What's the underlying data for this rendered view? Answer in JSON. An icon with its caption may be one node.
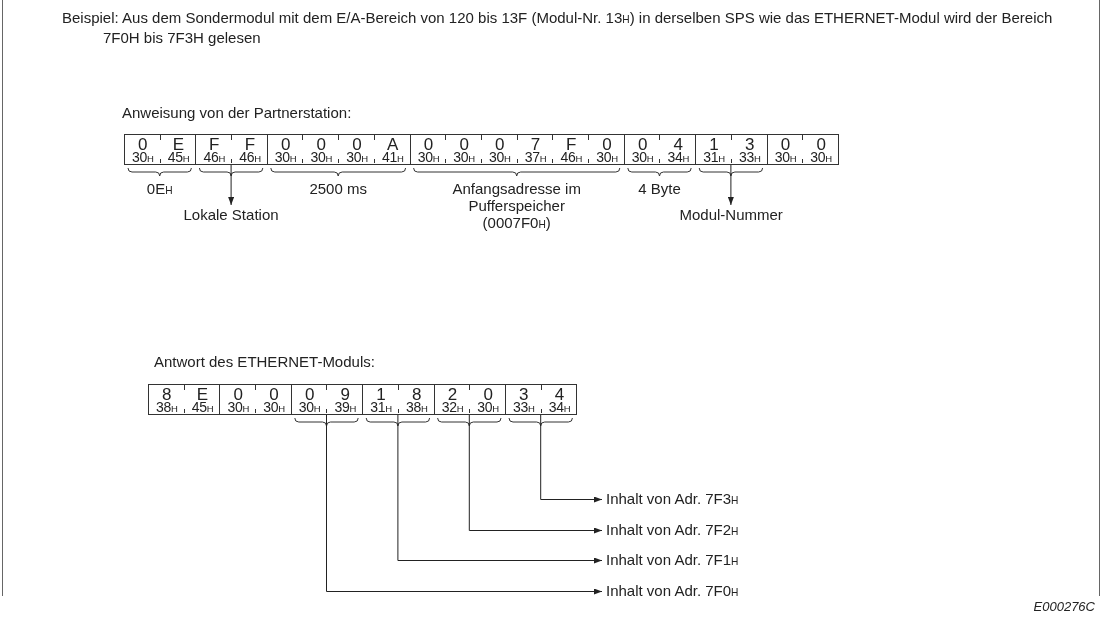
{
  "diagram": {
    "title": "Beispiel: Aus dem Sondermodul mit dem E/A-Bereich von 120 bis 13F (Modul-Nr. 13$_{H}$) in derselben SPS wie das ETHERNET-Modul wird der Bereich 7F0H bis 7F3H gelesen",
    "nodes": [
      {
        "text": [
          "0",
          "E",
          "30$_{H}$",
          "45$_{H}$"
        ],
        "beside": [
          "0E$_{H}$"
        ]
      },
      {
        "text": [
          "F",
          "F",
          "46$_{H}$",
          "46$_{H}$"
        ]
      },
      {
        "text": [
          "0",
          "0",
          "0",
          "A",
          "30$_{H}$",
          "30$_{H}$",
          "30$_{H}$",
          "41$_{H}$"
        ],
        "beside": [
          "2500 ms"
        ]
      },
      {
        "text": [
          "0",
          "0",
          "0",
          "7",
          "F",
          "0",
          "30$_{H}$",
          "30$_{H}$",
          "30$_{H}$",
          "37$_{H}$",
          "46$_{H}$",
          "30$_{H}$"
        ],
        "beside": [
          "Anfangsadresse im Pufferspeicher (0007F0$_{H}$)"
        ]
      },
      {
        "text": [
          "0",
          "4",
          "30$_{H}$",
          "34$_{H}$"
        ],
        "beside": [
          "4 Byte"
        ]
      },
      {
        "text": [
          "1",
          "3",
          "31$_{H}$",
          "33$_{H}$"
        ]
      },
      {
        "text": [
          "0",
          "0",
          "30$_{H}$",
          "30$_{H}$"
        ]
      },
      {
        "text": [
          "Lokale Station"
        ]
      },
      {
        "text": [
          "Modul-Nummer"
        ]
      },
      {
        "text": [
          "8",
          "E",
          "38$_{H}$",
          "45$_{H}$"
        ]
      },
      {
        "text": [
          "0",
          "0",
          "30$_{H}$",
          "30$_{H}$"
        ]
      },
      {
        "text": [
          "0",
          "9",
          "30$_{H}$",
          "39$_{H}$"
        ]
      },
      {
        "text": [
          "1",
          "8",
          "31$_{H}$",
          "38$_{H}$"
        ]
      },
      {
        "text": [
          "2",
          "0",
          "32$_{H}$",
          "30$_{H}$"
        ]
      },
      {
        "text": [
          "3",
          "4",
          "33$_{H}$",
          "34$_{H}$"
        ]
      },
      {
        "text": [
          "Inhalt von Adr. 7F3$_{H}$"
        ]
      },
      {
        "text": [
          "Inhalt von Adr. 7F2$_{H}$"
        ]
      },
      {
        "text": [
          "Inhalt von Adr. 7F1$_{H}$"
        ]
      },
      {
        "text": [
          "Inhalt von Adr. 7F0$_{H}$"
        ]
      }
    ],
    "edges": [
      {
        "from": 1,
        "to": 7,
        "arrow": "to"
      },
      {
        "from": 5,
        "to": 8,
        "arrow": "to"
      },
      {
        "from": 14,
        "to": 15,
        "arrow": "to"
      },
      {
        "from": 13,
        "to": 16,
        "arrow": "to"
      },
      {
        "from": 12,
        "to": 17,
        "arrow": "to"
      },
      {
        "from": 11,
        "to": 18,
        "arrow": "to"
      }
    ],
    "labels": [
      "Anweisung von der Partnerstation:",
      "Antwort des ETHERNET-Moduls:",
      "E000276C"
    ]
  }
}
